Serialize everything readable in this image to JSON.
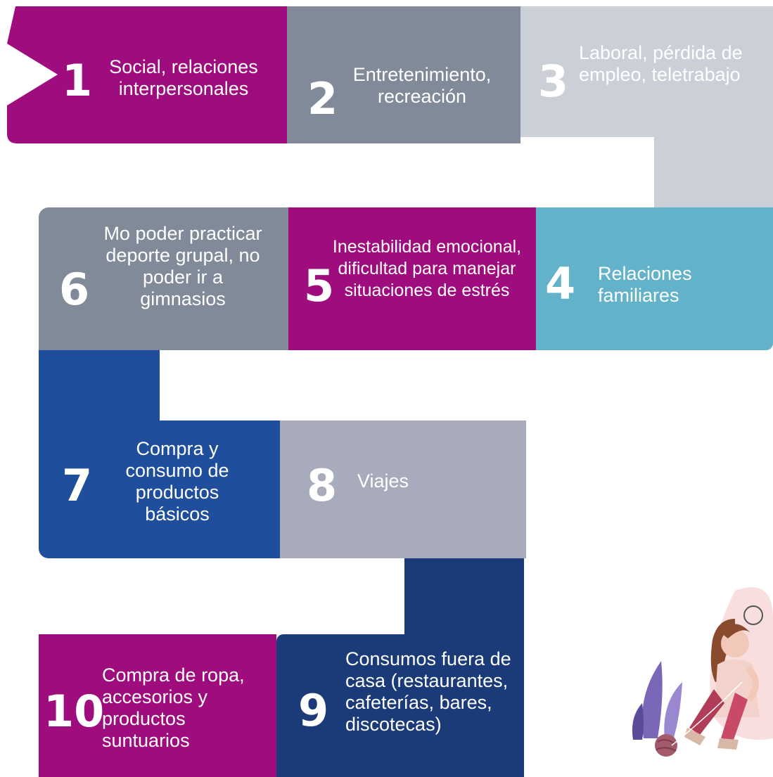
{
  "colors": {
    "magenta": "#9e0c7e",
    "slate": "#808a99",
    "light_gray": "#cbd0d8",
    "teal": "#62b2c9",
    "blue": "#1f4e9c",
    "silver": "#a8abbb",
    "navy": "#1b3a78"
  },
  "steps": [
    {
      "num": "1",
      "text": "Social, relaciones interpersonales"
    },
    {
      "num": "2",
      "text": "Entretenimiento, recreación"
    },
    {
      "num": "3",
      "text": "Laboral, pérdida de empleo, teletrabajo"
    },
    {
      "num": "4",
      "text": "Relaciones familiares"
    },
    {
      "num": "5",
      "text": "Inestabilidad emocional, dificultad para manejar situaciones de estrés"
    },
    {
      "num": "6",
      "text": "Mo poder practicar deporte grupal, no poder ir a gimnasios"
    },
    {
      "num": "7",
      "text": "Compra y consumo de productos básicos"
    },
    {
      "num": "8",
      "text": "Viajes"
    },
    {
      "num": "9",
      "text": "Consumos fuera de casa (restaurantes, cafeterías, bares, discotecas)"
    },
    {
      "num": "10",
      "text": "Compra de ropa, accesorios y productos suntuarios"
    }
  ]
}
